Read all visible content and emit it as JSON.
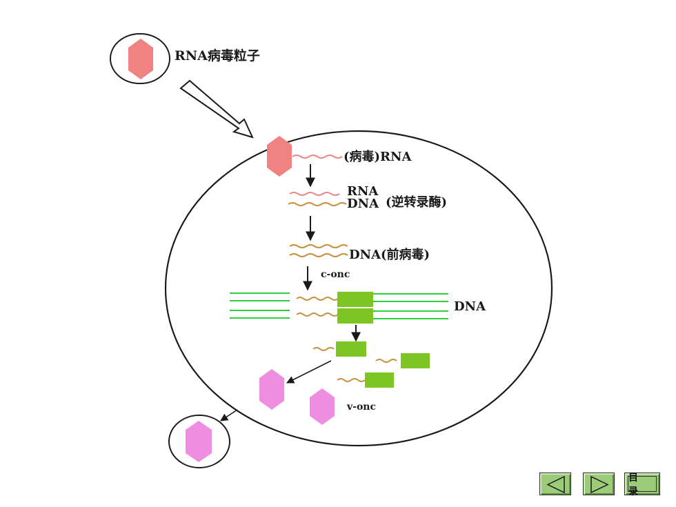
{
  "labels": {
    "particle": "RNA病毒粒子",
    "viral_rna": "(病毒)RNA",
    "rna": "RNA",
    "dna": "DNA",
    "rt_enzyme": "(逆转录酶)",
    "provirus": "DNA(前病毒)",
    "c_onc": "c-onc",
    "host_dna": "DNA",
    "v_onc": "v-onc"
  },
  "colors": {
    "viral_particle": "#f08282",
    "rna_strand": "#e88a8a",
    "dna_strand": "#c8903a",
    "host_dna_lines": "#2ecf3e",
    "oncogene_box": "#7cc522",
    "new_particle": "#ef8de0",
    "outline": "#1a1a1a",
    "nav_button": "#9ccc7a"
  },
  "nav": {
    "prev_icon": "triangle-left-icon",
    "next_icon": "triangle-right-icon",
    "toc_label": "目 录"
  }
}
